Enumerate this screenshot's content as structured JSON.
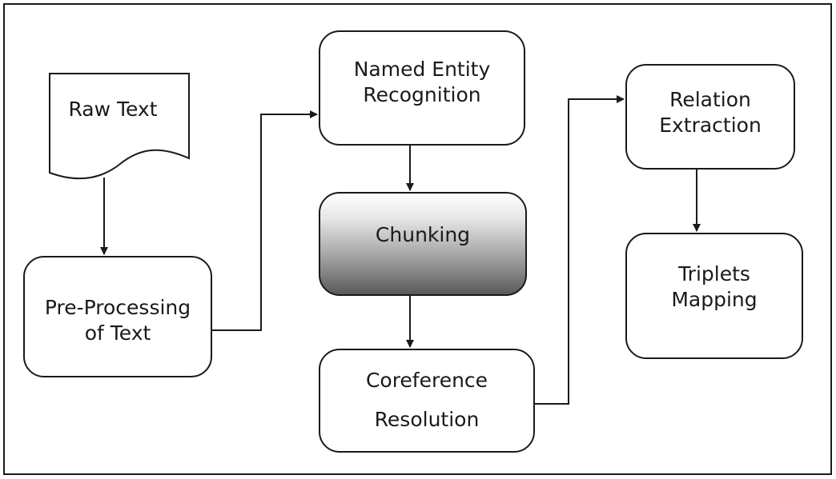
{
  "nodes": {
    "raw_text": {
      "label": "Raw Text"
    },
    "named_entity_recognition": {
      "line1": "Named Entity",
      "line2": "Recognition"
    },
    "chunking": {
      "label": "Chunking"
    },
    "pre_processing": {
      "line1": "Pre-Processing",
      "line2": "of Text"
    },
    "coreference_resolution": {
      "line1": "Coreference",
      "line2": "Resolution"
    },
    "relation_extraction": {
      "line1": "Relation",
      "line2": "Extraction"
    },
    "triplets_mapping": {
      "line1": "Triplets",
      "line2": "Mapping"
    }
  },
  "colors": {
    "stroke": "#1a1a1a",
    "background": "#ffffff",
    "chunking_gradient_dark": "#5a5a5a"
  }
}
